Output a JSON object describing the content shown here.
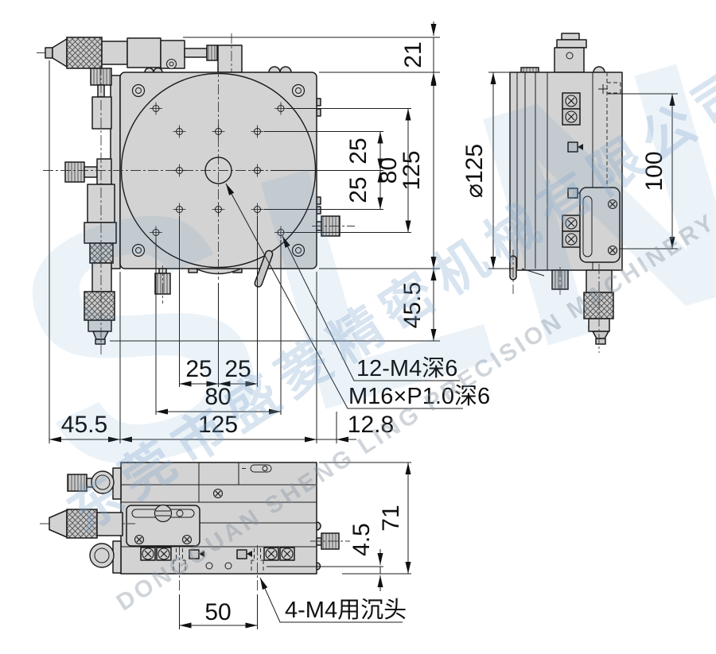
{
  "watermark": {
    "logo_text": "SLN",
    "company_cn": "东莞市盛菱精密机械有限公司",
    "company_en": "DONGGUAN SHENG LING PRECISION MACHINERY CO., LTD.",
    "logo_color": "#4285be"
  },
  "views": {
    "top": {
      "dims": {
        "top_21": "21",
        "right_125": "125",
        "right_45_5": "45.5",
        "right_80": "80",
        "right_25_a": "25",
        "right_25_b": "25",
        "bottom_25_a": "25",
        "bottom_25_b": "25",
        "bottom_80": "80",
        "bottom_45_5": "45.5",
        "bottom_125": "125",
        "bottom_12_8": "12.8"
      },
      "labels": {
        "tapped_holes": "12-M4深6",
        "center_thread": "M16×P1.0深6"
      }
    },
    "side": {
      "dims": {
        "diameter": "⌀125",
        "height_100": "100"
      }
    },
    "front": {
      "dims": {
        "overall_71": "71",
        "base_4_5": "4.5",
        "hole_span_50": "50"
      },
      "labels": {
        "counterbore": "4-M4用沉头"
      }
    }
  }
}
